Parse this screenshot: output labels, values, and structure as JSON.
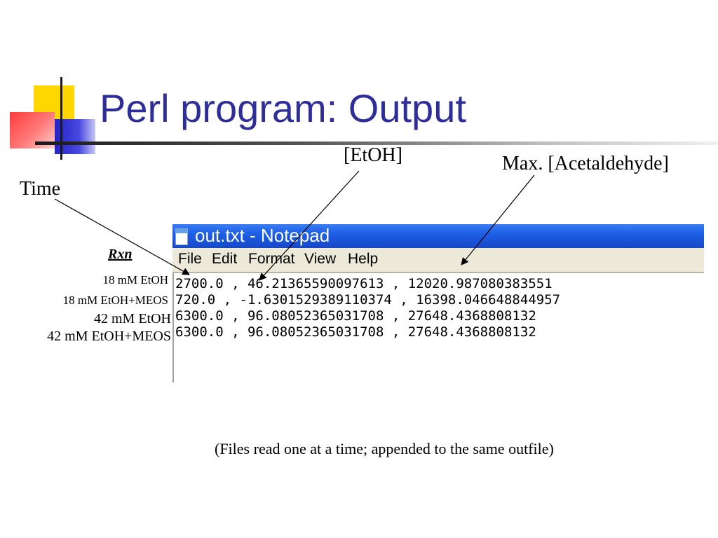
{
  "slide": {
    "title": "Perl program: Output",
    "labels": {
      "etoh": "[EtOH]",
      "acetaldehyde": "Max. [Acetaldehyde]",
      "time": "Time"
    },
    "note": "(Files read one at a time; appended to the same outfile)",
    "rxn_header": "Rxn",
    "rxn_rows": [
      "18 mM EtOH",
      "18 mM EtOH+MEOS",
      "42 mM EtOH",
      "42 mM EtOH+MEOS"
    ]
  },
  "notepad": {
    "window_title": "out.txt - Notepad",
    "menu": [
      "File",
      "Edit",
      "Format",
      "View",
      "Help"
    ],
    "lines": [
      "2700.0 , 46.21365590097613 , 12020.987080383551",
      "720.0 , -1.6301529389110374 , 16398.046648844957",
      "6300.0 , 96.08052365031708 , 27648.4368808132",
      "6300.0 , 96.08052365031708 , 27648.4368808132"
    ]
  }
}
